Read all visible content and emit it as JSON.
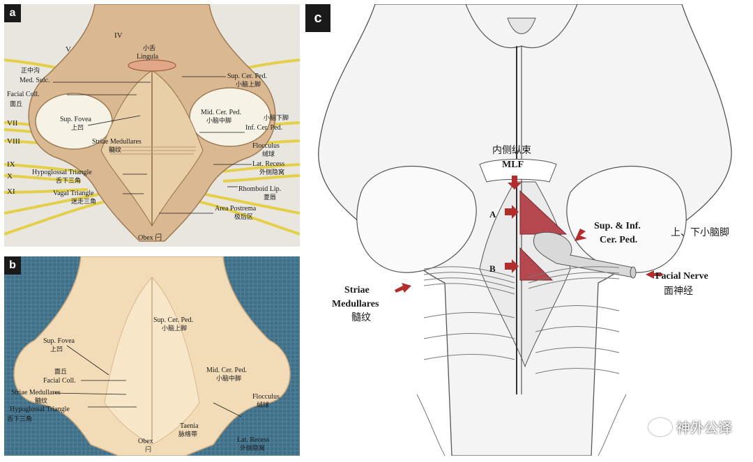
{
  "panels": {
    "a": {
      "label": "a",
      "cranial_nerves": [
        "IV",
        "V",
        "VII",
        "VIII",
        "IX",
        "X",
        "XI"
      ],
      "labels": {
        "lingula_cn": "小舌",
        "lingula": "Lingula",
        "med_sulc_cn": "正中沟",
        "med_sulc": "Med. Sulc.",
        "facial_coll": "Facial Coll.",
        "facial_coll_cn": "面丘",
        "sup_fovea": "Sup. Fovea",
        "sup_fovea_cn": "上凹",
        "striae": "Striae Medullares",
        "striae_cn": "髓纹",
        "hypoglossal": "Hypoglossal Triangle",
        "hypoglossal_cn": "舌下三角",
        "vagal": "Vagal Triangle",
        "vagal_cn": "迷走三角",
        "obex": "Obex 闩",
        "sup_cer_ped": "Sup. Cer. Ped.",
        "sup_cer_ped_cn": "小脑上脚",
        "mid_cer_ped": "Mid. Cer. Ped.",
        "mid_cer_ped_cn": "小脑中脚",
        "inf_cer_ped_cn": "小脑下脚",
        "inf_cer_ped": "Inf. Cer. Ped.",
        "flocculus": "Flocculus",
        "flocculus_cn": "绒球",
        "lat_recess": "Lat. Recess",
        "lat_recess_cn": "外侧隐窝",
        "rhomboid": "Rhomboid Lip.",
        "rhomboid_cn": "菱唇",
        "area_postrema": "Area Postrema",
        "area_postrema_cn": "极后区"
      }
    },
    "b": {
      "label": "b",
      "labels": {
        "sup_cer_ped": "Sup. Cer. Ped.",
        "sup_cer_ped_cn": "小脑上脚",
        "sup_fovea": "Sup. Fovea",
        "sup_fovea_cn": "上凹",
        "facial_coll_cn": "面丘",
        "facial_coll": "Facial Coll.",
        "mid_cer_ped": "Mid. Cer. Ped.",
        "mid_cer_ped_cn": "小脑中脚",
        "striae": "Striae Medullares",
        "striae_cn": "髓纹",
        "hypoglossal": "Hypoglossal Triangle",
        "hypoglossal_cn": "舌下三角",
        "flocculus": "Flocculus",
        "flocculus_cn": "绒球",
        "taenia": "Taenia",
        "taenia_cn": "脉络带",
        "obex": "Obex",
        "obex_cn": "闩",
        "lat_recess": "Lat. Recess",
        "lat_recess_cn": "外侧隐窝"
      }
    },
    "c": {
      "label": "c",
      "labels": {
        "mlf_cn": "内侧纵束",
        "mlf": "MLF",
        "a": "A",
        "b": "B",
        "sup_inf_1": "Sup. & Inf.",
        "sup_inf_2": "Cer. Ped.",
        "sup_inf_cn": "上、下小脑脚",
        "facial_nerve": "Facial Nerve",
        "facial_nerve_cn": "面神经",
        "striae_1": "Striae",
        "striae_2": "Medullares",
        "striae_cn": "髓纹"
      }
    }
  },
  "watermark": "神外公译",
  "colors": {
    "arrow": "#b42d2d",
    "triangle": "#b5474f",
    "nerve": "#e3cf4a",
    "tissue": "#d9b892",
    "specimen": "#f2dbb7"
  }
}
